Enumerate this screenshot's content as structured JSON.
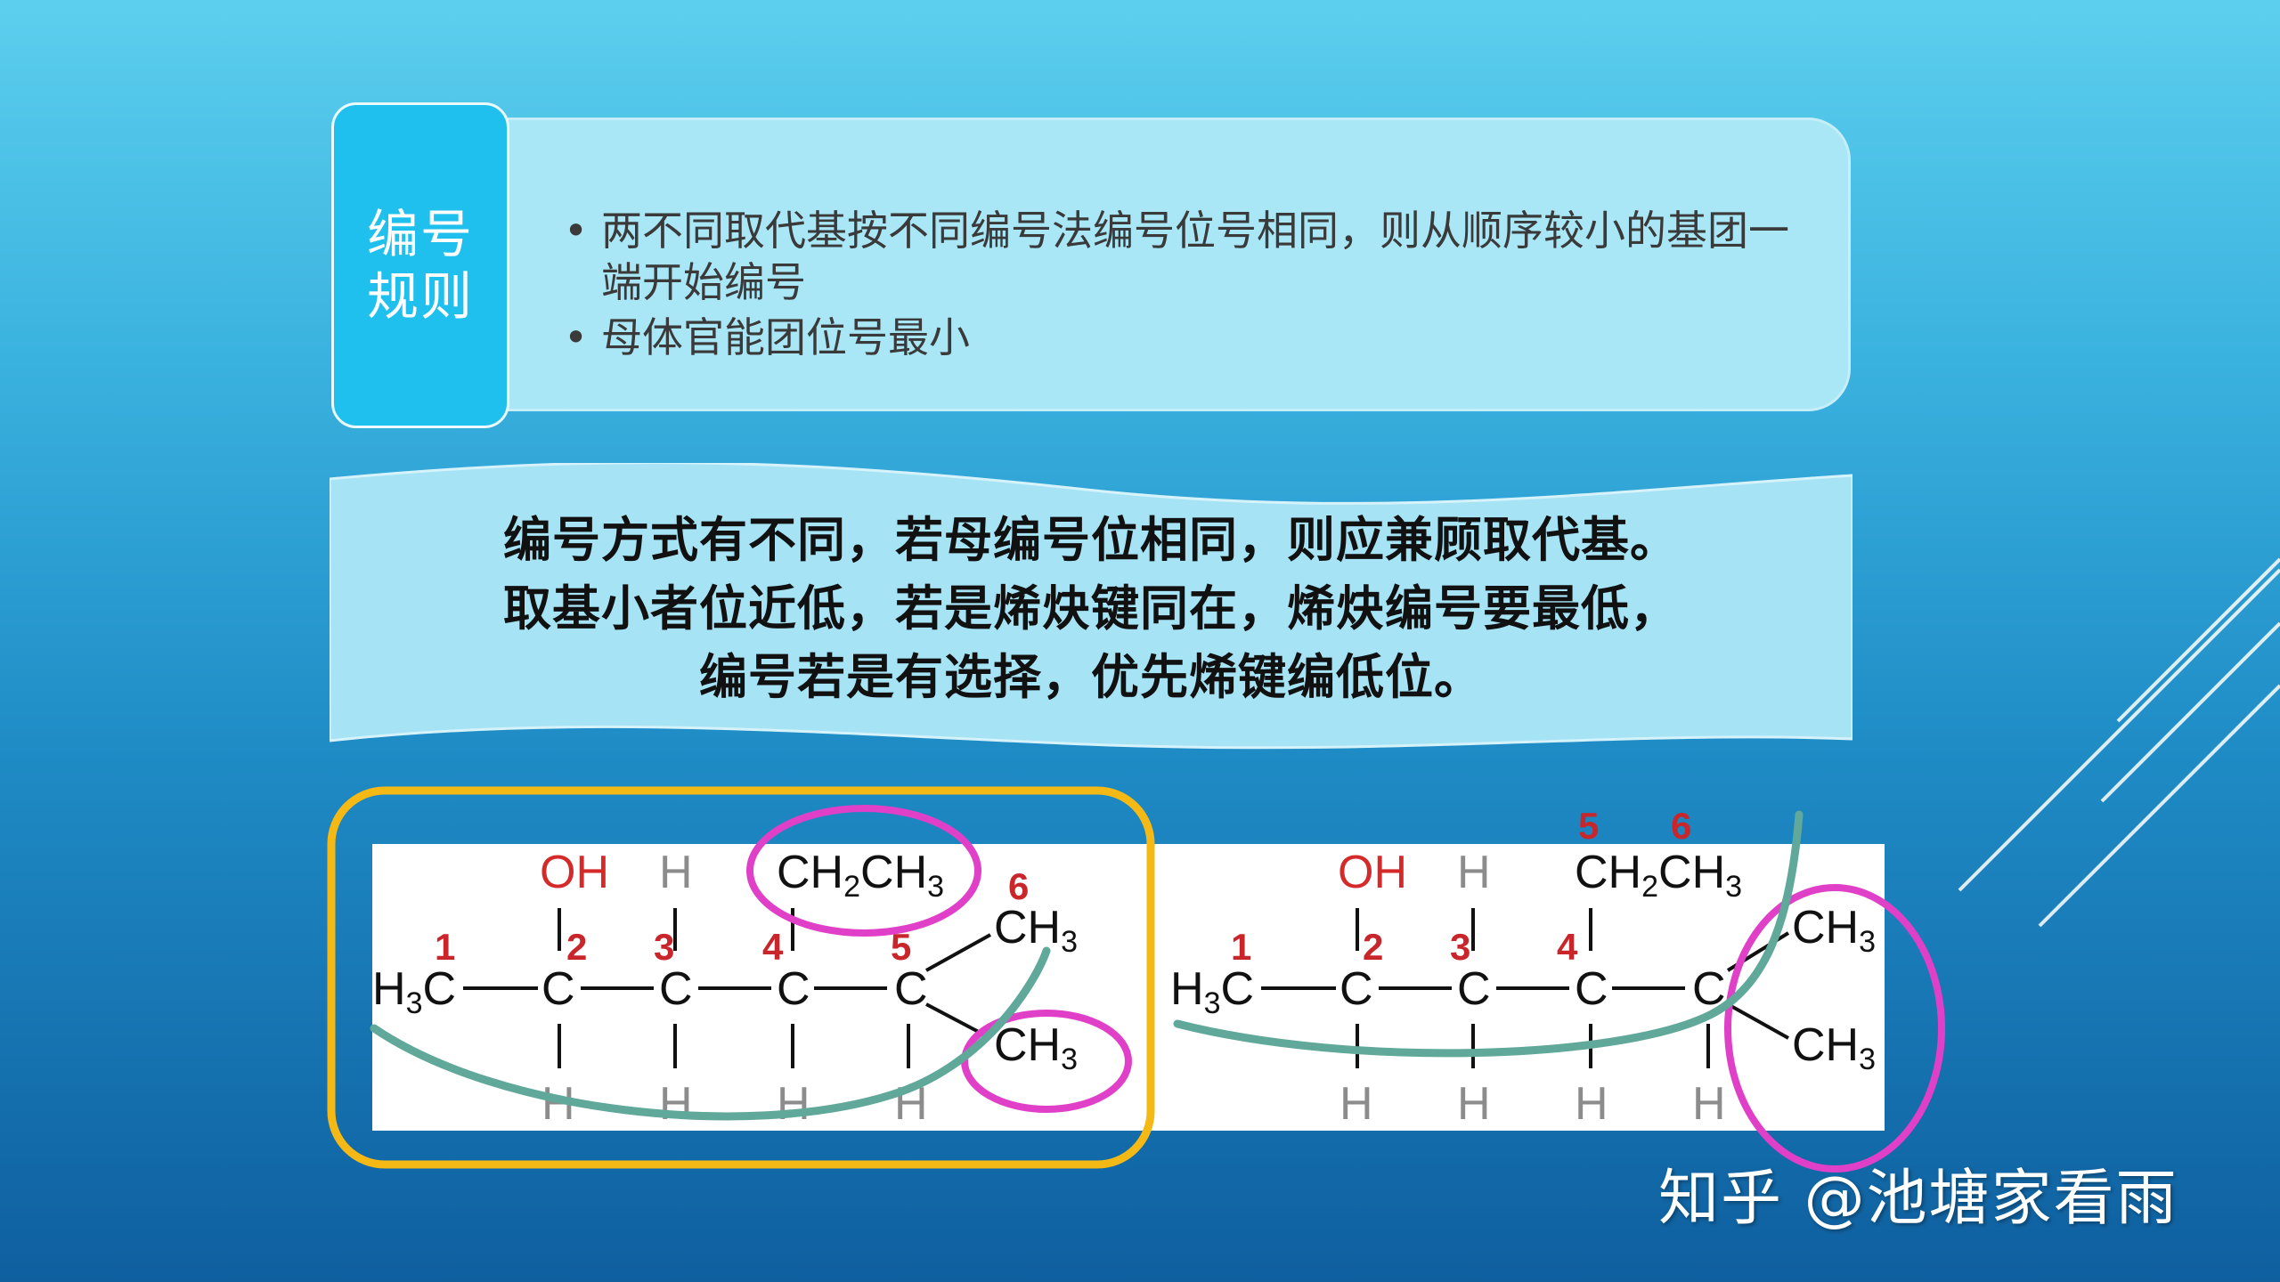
{
  "rule_box": {
    "title_line1": "编号",
    "title_line2": "规则",
    "items": [
      {
        "bullet": "•",
        "text": "两不同取代基按不同编号法编号位号相同，则从顺序较小的基团一端开始编号"
      },
      {
        "bullet": "•",
        "text": "母体官能团位号最小"
      }
    ]
  },
  "banner": {
    "lines": [
      "编号方式有不同，若母编号位相同，则应兼顾取代基。",
      "取基小者位近低，若是烯炔键同在，烯炔编号要最低，",
      "编号若是有选择，优先烯键编低位。"
    ]
  },
  "molecule_left": {
    "oh": "OH",
    "h": "H",
    "ch2": "CH",
    "ch2_sub": "2",
    "ch3": "CH",
    "ch3_sub": "3",
    "h3c_h": "H",
    "h3c_sub": "3",
    "h3c_c": "C",
    "c": "C",
    "numbers": [
      "1",
      "2",
      "3",
      "4",
      "5",
      "6"
    ]
  },
  "molecule_right": {
    "oh": "OH",
    "h": "H",
    "ch2": "CH",
    "ch2_sub": "2",
    "ch3": "CH",
    "ch3_sub": "3",
    "h3c_h": "H",
    "h3c_sub": "3",
    "h3c_c": "C",
    "c": "C",
    "numbers": [
      "1",
      "2",
      "3",
      "4",
      "5",
      "6"
    ]
  },
  "colors": {
    "highlight_box": "#f5b915",
    "circle": "#e040c8",
    "arc": "#5fa89a",
    "numbers": "#c9262c"
  },
  "watermark": "知乎 @池塘家看雨"
}
